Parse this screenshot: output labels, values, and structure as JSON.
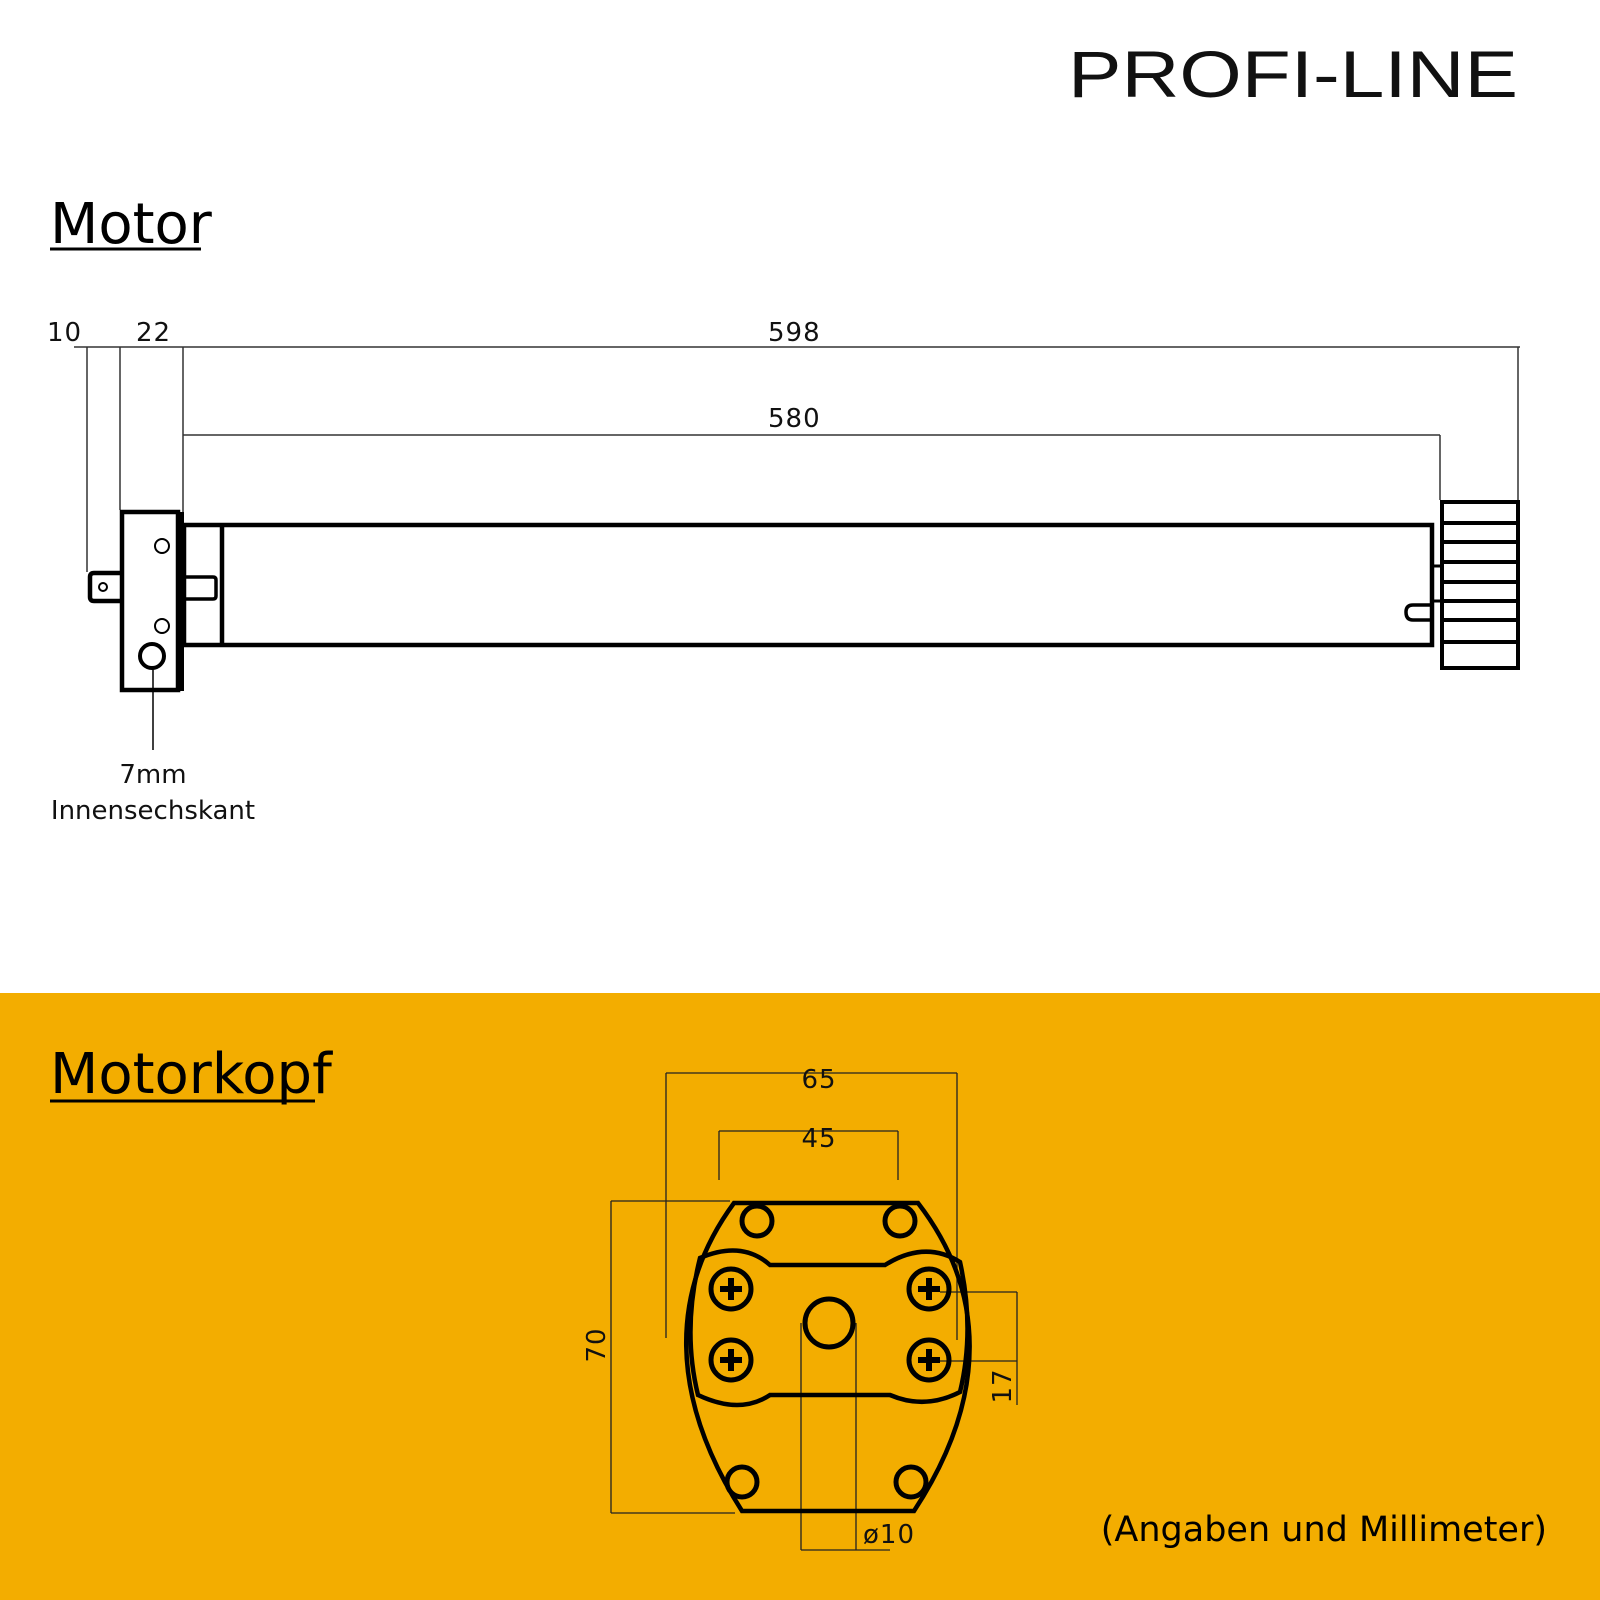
{
  "brand": {
    "logo_text": "PROFI-LINE"
  },
  "colors": {
    "accent_band": "#F3AD00",
    "ink": "#000000"
  },
  "motor": {
    "title": "Motor",
    "dimensions": {
      "d10": "10",
      "d22": "22",
      "d598": "598",
      "d580": "580"
    },
    "callout_line1": "7mm",
    "callout_line2": "Innensechskant"
  },
  "motorkopf": {
    "title": "Motorkopf",
    "dimensions": {
      "d65": "65",
      "d45": "45",
      "d70": "70",
      "d17": "17",
      "d10": "ø10"
    }
  },
  "footnote": "(Angaben und Millimeter)"
}
